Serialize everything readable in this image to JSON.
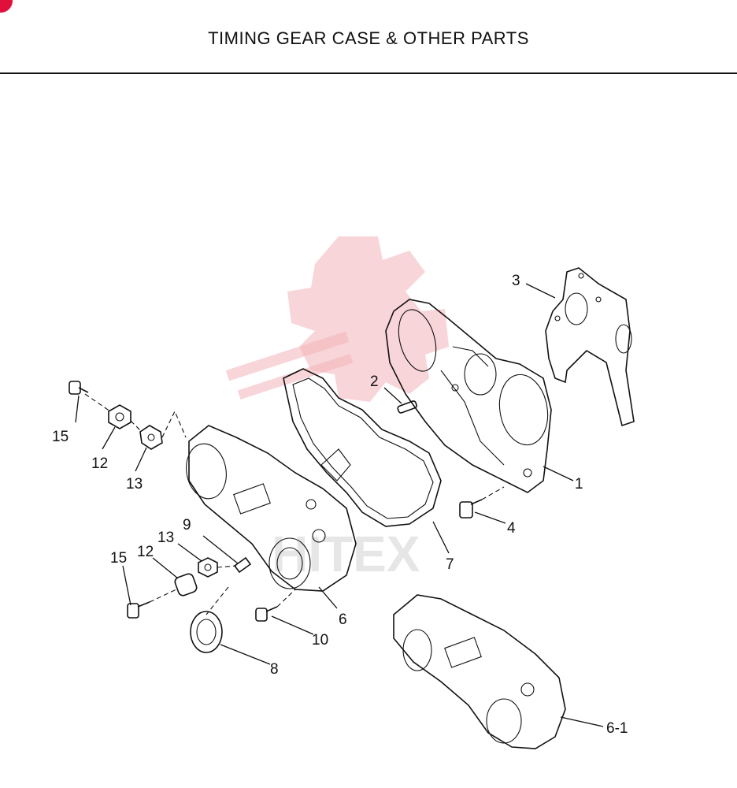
{
  "title": "TIMING GEAR CASE & OTHER PARTS",
  "watermark": "HITEX",
  "accent_color": "#e0103a",
  "labels": {
    "p1": "1",
    "p2": "2",
    "p3": "3",
    "p4": "4",
    "p6": "6",
    "p6_1": "6-1",
    "p7": "7",
    "p8": "8",
    "p9": "9",
    "p10": "10",
    "p12_top": "12",
    "p12_bottom": "12",
    "p13_top": "13",
    "p13_bottom": "13",
    "p15_top": "15",
    "p15_bottom": "15"
  }
}
